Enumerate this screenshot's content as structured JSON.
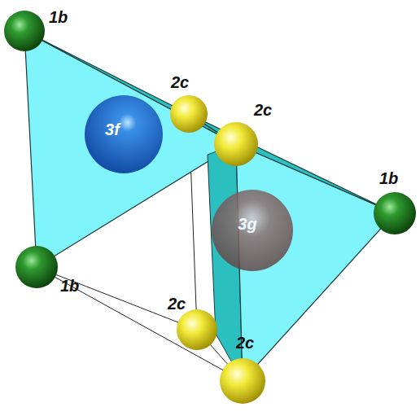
{
  "diagram": {
    "nodes": [
      {
        "text": [
          "3f"
        ]
      },
      {
        "text": [
          "3g"
        ]
      }
    ],
    "labels": [
      "1b",
      "2c",
      "2c",
      "1b",
      "1b",
      "2c",
      "2c"
    ]
  }
}
